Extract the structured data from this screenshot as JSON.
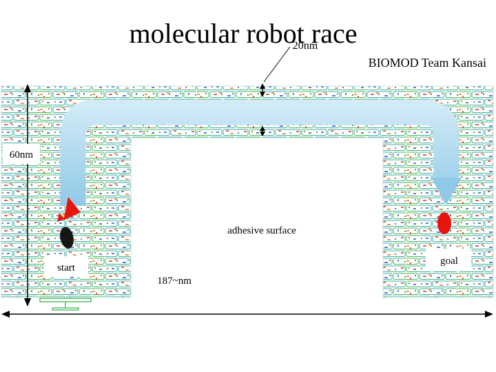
{
  "slide": {
    "title": "molecular robot race",
    "team": "BIOMOD Team Kansai",
    "labels": {
      "track_width": "20nm",
      "wall_height": "60nm",
      "surface": "adhesive surface",
      "start": "start",
      "goal": "goal",
      "total_width": "187~nm"
    },
    "colors": {
      "track_blue_light": "#d7edf8",
      "track_blue": "#8fc9e7",
      "robot_black": "#151515",
      "flag_red": "#e8150d",
      "goal_red": "#e8150d",
      "brick_teal": "#3fae9f",
      "brick_green": "#49b85a",
      "mark_red": "#d53a2f",
      "mark_blue": "#3a5cc0",
      "mark_orange": "#e2822d",
      "stand_green": "#49b85a",
      "dimension_black": "#000000"
    }
  }
}
